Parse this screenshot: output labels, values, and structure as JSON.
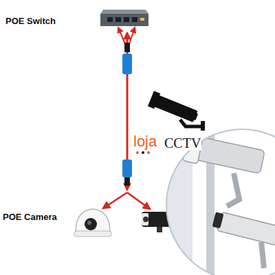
{
  "diagram": {
    "nodes": [
      {
        "text": [
          "POE Switch"
        ]
      },
      {
        "text": [
          "POE Camera"
        ]
      }
    ],
    "edges": [
      {
        "from": 0,
        "to": 1,
        "arrow": "both"
      }
    ],
    "labels": [
      "loja",
      "CCTV"
    ]
  }
}
